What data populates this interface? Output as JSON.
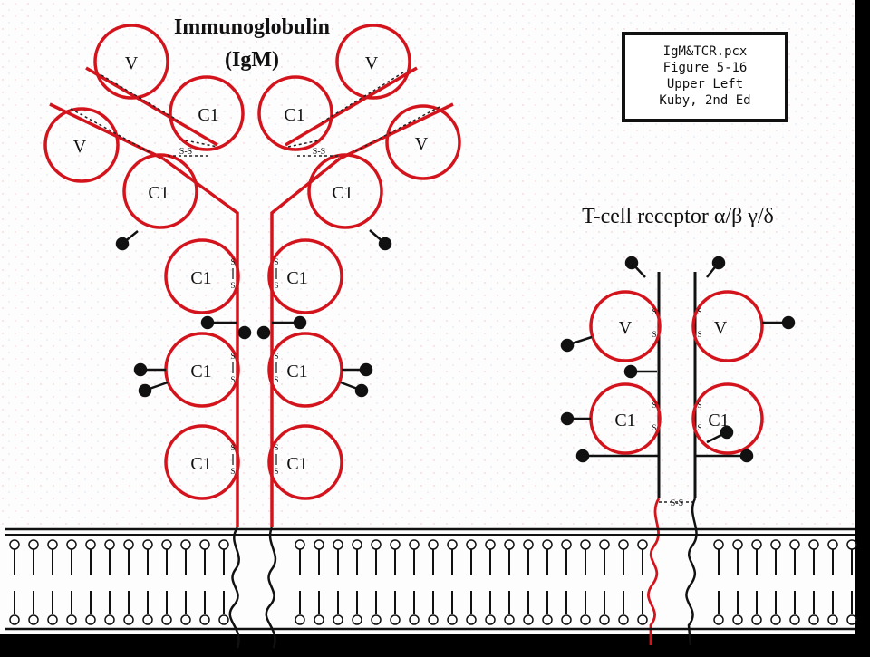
{
  "colors": {
    "domain_outline": "#d4141c",
    "line": "#111111",
    "background": "#fdfdfd",
    "frame": "#000000"
  },
  "title": {
    "line1": "Immunoglobulin",
    "line2": "(IgM)"
  },
  "tcr_title": "T-cell receptor α/β γ/δ",
  "caption_box": {
    "lines": [
      "IgM&TCR.pcx",
      "Figure 5-16",
      "Upper Left",
      "Kuby, 2nd Ed"
    ]
  },
  "domain_labels": {
    "variable": "V",
    "constant": "C1"
  },
  "disulfide_label": "S-S",
  "s_letter": "S"
}
